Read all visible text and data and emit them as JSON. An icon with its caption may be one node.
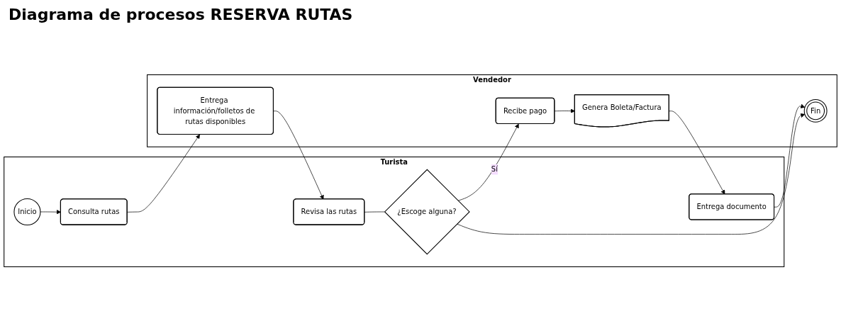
{
  "diagram": {
    "title": "Diagrama de procesos RESERVA RUTAS",
    "nodes": [
      {
        "text": [
          "Turista"
        ]
      },
      {
        "text": [
          "Inicio"
        ],
        "in": 0
      },
      {
        "text": [
          "Consulta rutas"
        ],
        "in": 0
      },
      {
        "text": [
          "Revisa las rutas"
        ],
        "in": 0
      },
      {
        "text": [
          "¿Escoge alguna?"
        ],
        "in": 0
      },
      {
        "text": [
          "Entrega documento"
        ],
        "in": 0
      },
      {
        "text": [
          "Vendedor"
        ]
      },
      {
        "text": [
          "Entrega información/folletos de rutas disponibles"
        ],
        "in": 6
      },
      {
        "text": [
          "Recibe pago"
        ],
        "in": 6
      },
      {
        "text": [
          "Genera Boleta/Factura"
        ],
        "in": 6
      },
      {
        "text": [
          "Fin"
        ],
        "in": 6
      }
    ],
    "edges": [
      {
        "from": 1,
        "to": 2,
        "arrow": "to"
      },
      {
        "from": 2,
        "to": 7,
        "arrow": "to"
      },
      {
        "from": 7,
        "to": 3,
        "arrow": "to"
      },
      {
        "from": 3,
        "to": 4,
        "arrow": "none"
      },
      {
        "from": 4,
        "to": 8,
        "arrow": "to",
        "label": "Sí"
      },
      {
        "from": 4,
        "to": 10,
        "arrow": "to"
      },
      {
        "from": 8,
        "to": 9,
        "arrow": "to"
      },
      {
        "from": 9,
        "to": 5,
        "arrow": "to"
      },
      {
        "from": 5,
        "to": 10,
        "arrow": "to"
      }
    ]
  }
}
